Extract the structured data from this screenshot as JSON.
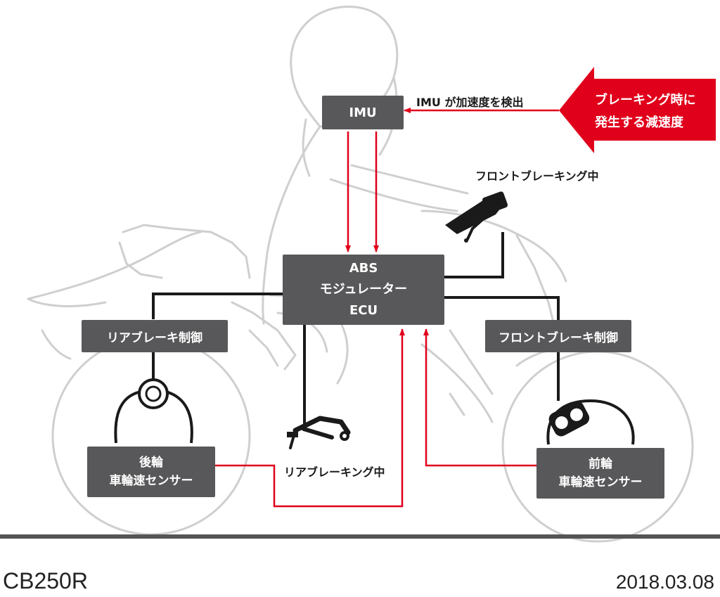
{
  "diagram": {
    "nodes": {
      "imu": "IMU",
      "abs_line1": "ABS",
      "abs_line2": "モジュレーター",
      "abs_line3": "ECU",
      "rear_brake_control": "リアブレーキ制御",
      "front_brake_control": "フロントブレーキ制御",
      "rear_sensor_line1": "後輪",
      "rear_sensor_line2": "車輪速センサー",
      "front_sensor_line1": "前輪",
      "front_sensor_line2": "車輪速センサー"
    },
    "labels": {
      "imu_detect": "IMU が加速度を検出",
      "front_braking": "フロントブレーキング中",
      "rear_braking": "リアブレーキング中"
    },
    "callout": {
      "line1": "ブレーキング時に",
      "line2": "発生する減速度"
    },
    "colors": {
      "signal_red": "#e0001b",
      "box_gray": "#58585a",
      "outline_gray": "#cfcfcf",
      "wire_black": "#1a1a1a"
    }
  },
  "footer": {
    "model": "CB250R",
    "date": "2018.03.08"
  }
}
